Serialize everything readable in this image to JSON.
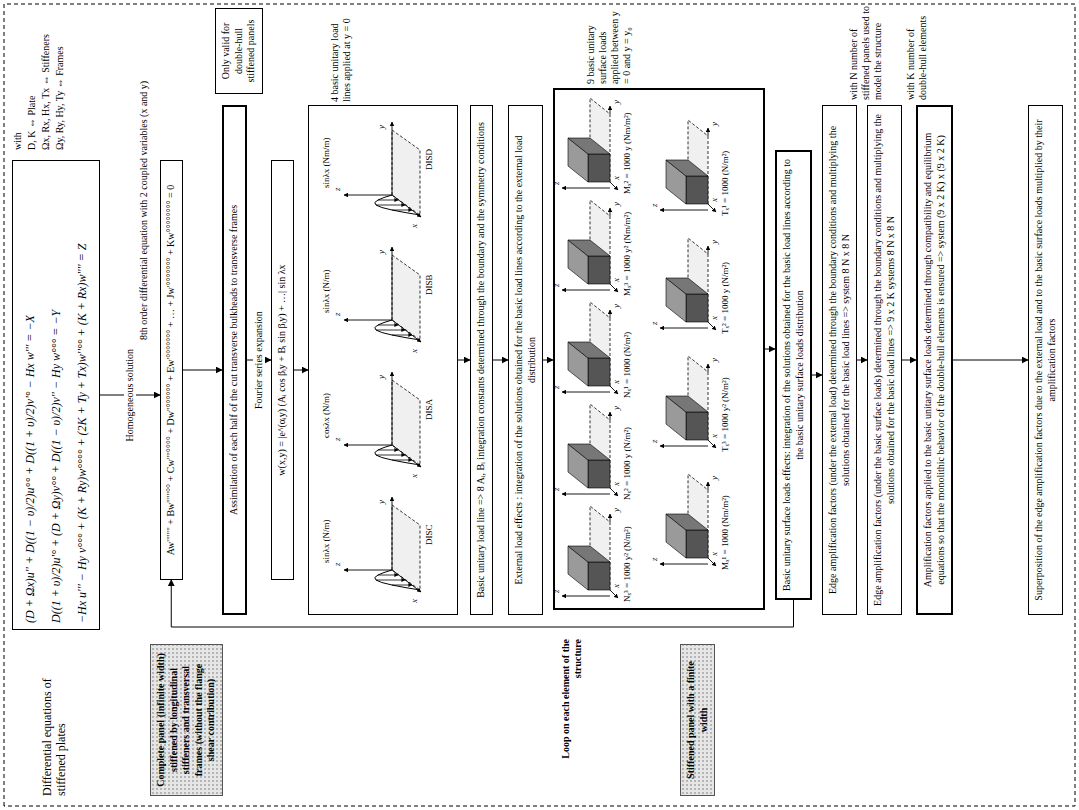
{
  "diagram": {
    "nodes": [
      {
        "text": [
          "(D + Ωx)u'' + D((1 − υ)/2)u°° + D((1 + υ)/2)v'° − Hx w''' = −X",
          "D((1 + υ)/2)u'° + (D + Ωy)v°° + D((1 − υ)/2)v'' − Hy w°°° = −Y",
          "−Hx u''' − Hy v°°° + (K + Ry)w°°°° + (2K + Ty + Tx)w''°° + (K + Rx)w'''' = Z"
        ]
      },
      {
        "text": [
          "Complete panel (infinite width) stiffened by longitudinal stiffeners and transversal frames (without the flange shear contribution)"
        ]
      },
      {
        "text": [
          "Aw'''''''' + Bw''''''°° + Cw''''°°°° + Dw''°°°°°° + Ew'°°°°°°° + … + Jw'°°°°°°° + Kw°°°°°°°° = 0"
        ]
      },
      {
        "text": [
          "Assimilation of each half of the cut transverse bulkheads to transverse frames"
        ]
      },
      {
        "text": [
          "Only valid for double-hull stiffened panels"
        ]
      },
      {
        "text": [
          "w(x,y) = |e^(αᵢy) (Aᵢ cos βᵢy + Bᵢ sin βᵢy) + …| sin λx"
        ]
      },
      {
        "text": [
          "4 basic unitary load lines applied at y = 0"
        ]
      },
      {
        "text": [
          "Basic unitary load line => 8 Aᵢ, Bᵢ integration constants determined through the boundary and the symmetry conditions"
        ]
      },
      {
        "text": [
          "External load effects : integration of the solutions obtained for the basic load lines according to the external load distribution"
        ]
      },
      {
        "text": [
          "9 basic unitary surface loads applied between y = 0 and y = y₀"
        ]
      },
      {
        "text": [
          "Stiffened panel with a finite width"
        ]
      },
      {
        "text": [
          "Basic unitary surface loads effects: integration of the solutions obtained for the basic load lines according to the basic unitary surface loads distribution"
        ]
      },
      {
        "text": [
          "Edge amplification factors (under the external load) determined through the boundary conditions and multiplying the solutions obtained for the basic load lines => system 8 N x 8 N"
        ]
      },
      {
        "text": [
          "Edge amplification factors (under the basic surface loads) determined through the boundary conditions and multiplying the solutions obtained for the basic load lines => 9 x 2 K systems 8 N x 8 N"
        ]
      },
      {
        "text": [
          "Amplification factors applied to the basic unitary surface loads determined through compatibility and equilibrium equations so that the monolithic behavior of the double-hull elements is ensured => system (9 x 2 K) x (9 x 2 K)"
        ]
      },
      {
        "text": [
          "Superposition of the edge amplification factors due to the external load and to the basic surface loads multiplied by their amplification factors"
        ]
      }
    ],
    "edges": [
      {
        "from": 0,
        "to": 2,
        "arrow": "to",
        "label": "Homogeneous solution"
      },
      {
        "from": 2,
        "to": 3,
        "arrow": "to"
      },
      {
        "from": 3,
        "to": 5,
        "arrow": "to",
        "label": "Fourier series expansion"
      },
      {
        "from": 5,
        "to": 6,
        "arrow": "to"
      },
      {
        "from": 6,
        "to": 7,
        "arrow": "to"
      },
      {
        "from": 7,
        "to": 8,
        "arrow": "to"
      },
      {
        "from": 8,
        "to": 9,
        "arrow": "to"
      },
      {
        "from": 9,
        "to": 11,
        "arrow": "to"
      },
      {
        "from": 11,
        "to": 12,
        "arrow": "to"
      },
      {
        "from": 12,
        "to": 13,
        "arrow": "to"
      },
      {
        "from": 13,
        "to": 14,
        "arrow": "to"
      },
      {
        "from": 14,
        "to": 15,
        "arrow": "to"
      },
      {
        "from": 11,
        "to": 2,
        "arrow": "to",
        "label": "Loop on each element of the structure"
      }
    ],
    "labels": [
      "Differential equations of stiffened plates",
      "with",
      "D, K ⇔ Plate",
      "Ωx, Rx, Hx, Tx ⇔ Stiffeners",
      "Ωy, Ry, Hy, Ty ⇔ Frames",
      "8th order differential equation with 2 coupled variables (x and y)",
      "DISC",
      "sinλx (N/m)",
      "x",
      "y",
      "z",
      "DISA",
      "cosλx (N/m)",
      "x",
      "y",
      "z",
      "DISB",
      "sinλx (N/m)",
      "x",
      "y",
      "z",
      "DISD",
      "sinλx (Nm/m)",
      "x",
      "y",
      "z",
      "Nₓ³ = 1000 y² (N/m²)",
      "x",
      "y",
      "z",
      "Nₓ² = 1000 y (N/m²)",
      "x",
      "y",
      "z",
      "Nₓ¹ = 1000 (N/m²)",
      "x",
      "y",
      "z",
      "Mₓ³ = 1000 y² (Nm/m²)",
      "x",
      "y",
      "z",
      "Mₓ² = 1000 y (Nm/m²)",
      "x",
      "y",
      "z",
      "Mₓ¹ = 1000 (Nm/m²)",
      "x",
      "y",
      "z",
      "Tₓ³ = 1000 y² (N/m²)",
      "x",
      "y",
      "z",
      "Tₓ² = 1000 y (N/m²)",
      "x",
      "y",
      "z",
      "Tₓ¹ = 1000 (N/m²)",
      "x",
      "y",
      "z",
      "with N number of stiffened panels used to model the structure",
      "with K number of double-hull elements"
    ]
  }
}
